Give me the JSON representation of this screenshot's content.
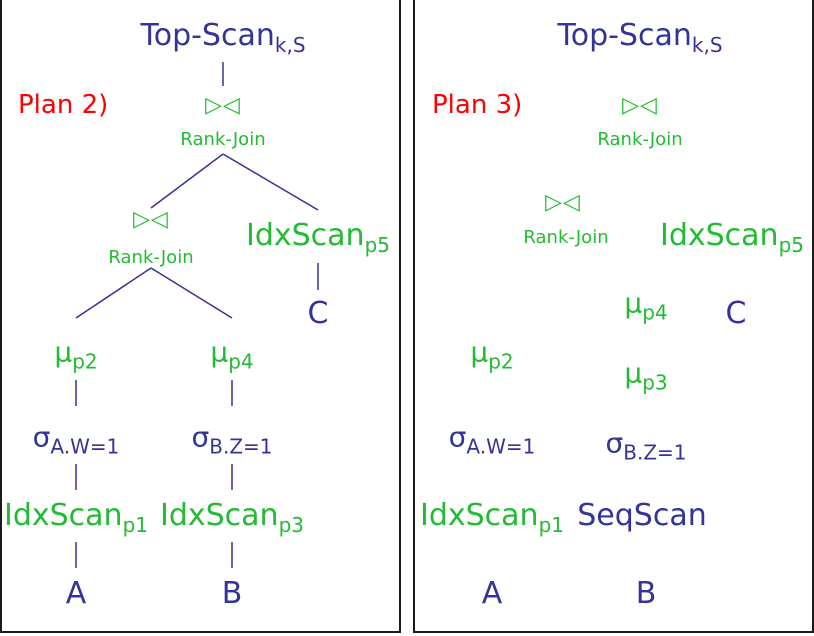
{
  "colors": {
    "operator_blue": "#333399",
    "operator_green": "#22bb33",
    "plan_red": "#ff0000"
  },
  "plans": [
    {
      "label": "Plan 2)",
      "top_scan": {
        "text": "Top-Scan",
        "sub": "k,S"
      },
      "rank_join_outer": {
        "symbol": "▷◁",
        "text": "Rank-Join"
      },
      "rank_join_inner": {
        "symbol": "▷◁",
        "text": "Rank-Join"
      },
      "idxscan_p5": {
        "text": "IdxScan",
        "sub": "p5"
      },
      "c_leaf": "C",
      "mu_left": {
        "text": "μ",
        "sub": "p2"
      },
      "mu_right": {
        "text": "μ",
        "sub": "p4"
      },
      "sigma_left": {
        "text": "σ",
        "sub": "A.W=1"
      },
      "sigma_right": {
        "text": "σ",
        "sub": "B.Z=1"
      },
      "scan_left": {
        "text": "IdxScan",
        "sub": "p1"
      },
      "scan_right": {
        "text": "IdxScan",
        "sub": "p3"
      },
      "leaf_left": "A",
      "leaf_right": "B"
    },
    {
      "label": "Plan 3)",
      "top_scan": {
        "text": "Top-Scan",
        "sub": "k,S"
      },
      "rank_join_outer": {
        "symbol": "▷◁",
        "text": "Rank-Join"
      },
      "rank_join_inner": {
        "symbol": "▷◁",
        "text": "Rank-Join"
      },
      "idxscan_p5": {
        "text": "IdxScan",
        "sub": "p5"
      },
      "c_leaf": "C",
      "mu_left": {
        "text": "μ",
        "sub": "p2"
      },
      "mu_right_top": {
        "text": "μ",
        "sub": "p4"
      },
      "mu_right_bottom": {
        "text": "μ",
        "sub": "p3"
      },
      "sigma_left": {
        "text": "σ",
        "sub": "A.W=1"
      },
      "sigma_right": {
        "text": "σ",
        "sub": "B.Z=1"
      },
      "scan_left": {
        "text": "IdxScan",
        "sub": "p1"
      },
      "scan_right": "SeqScan",
      "leaf_left": "A",
      "leaf_right": "B"
    }
  ]
}
